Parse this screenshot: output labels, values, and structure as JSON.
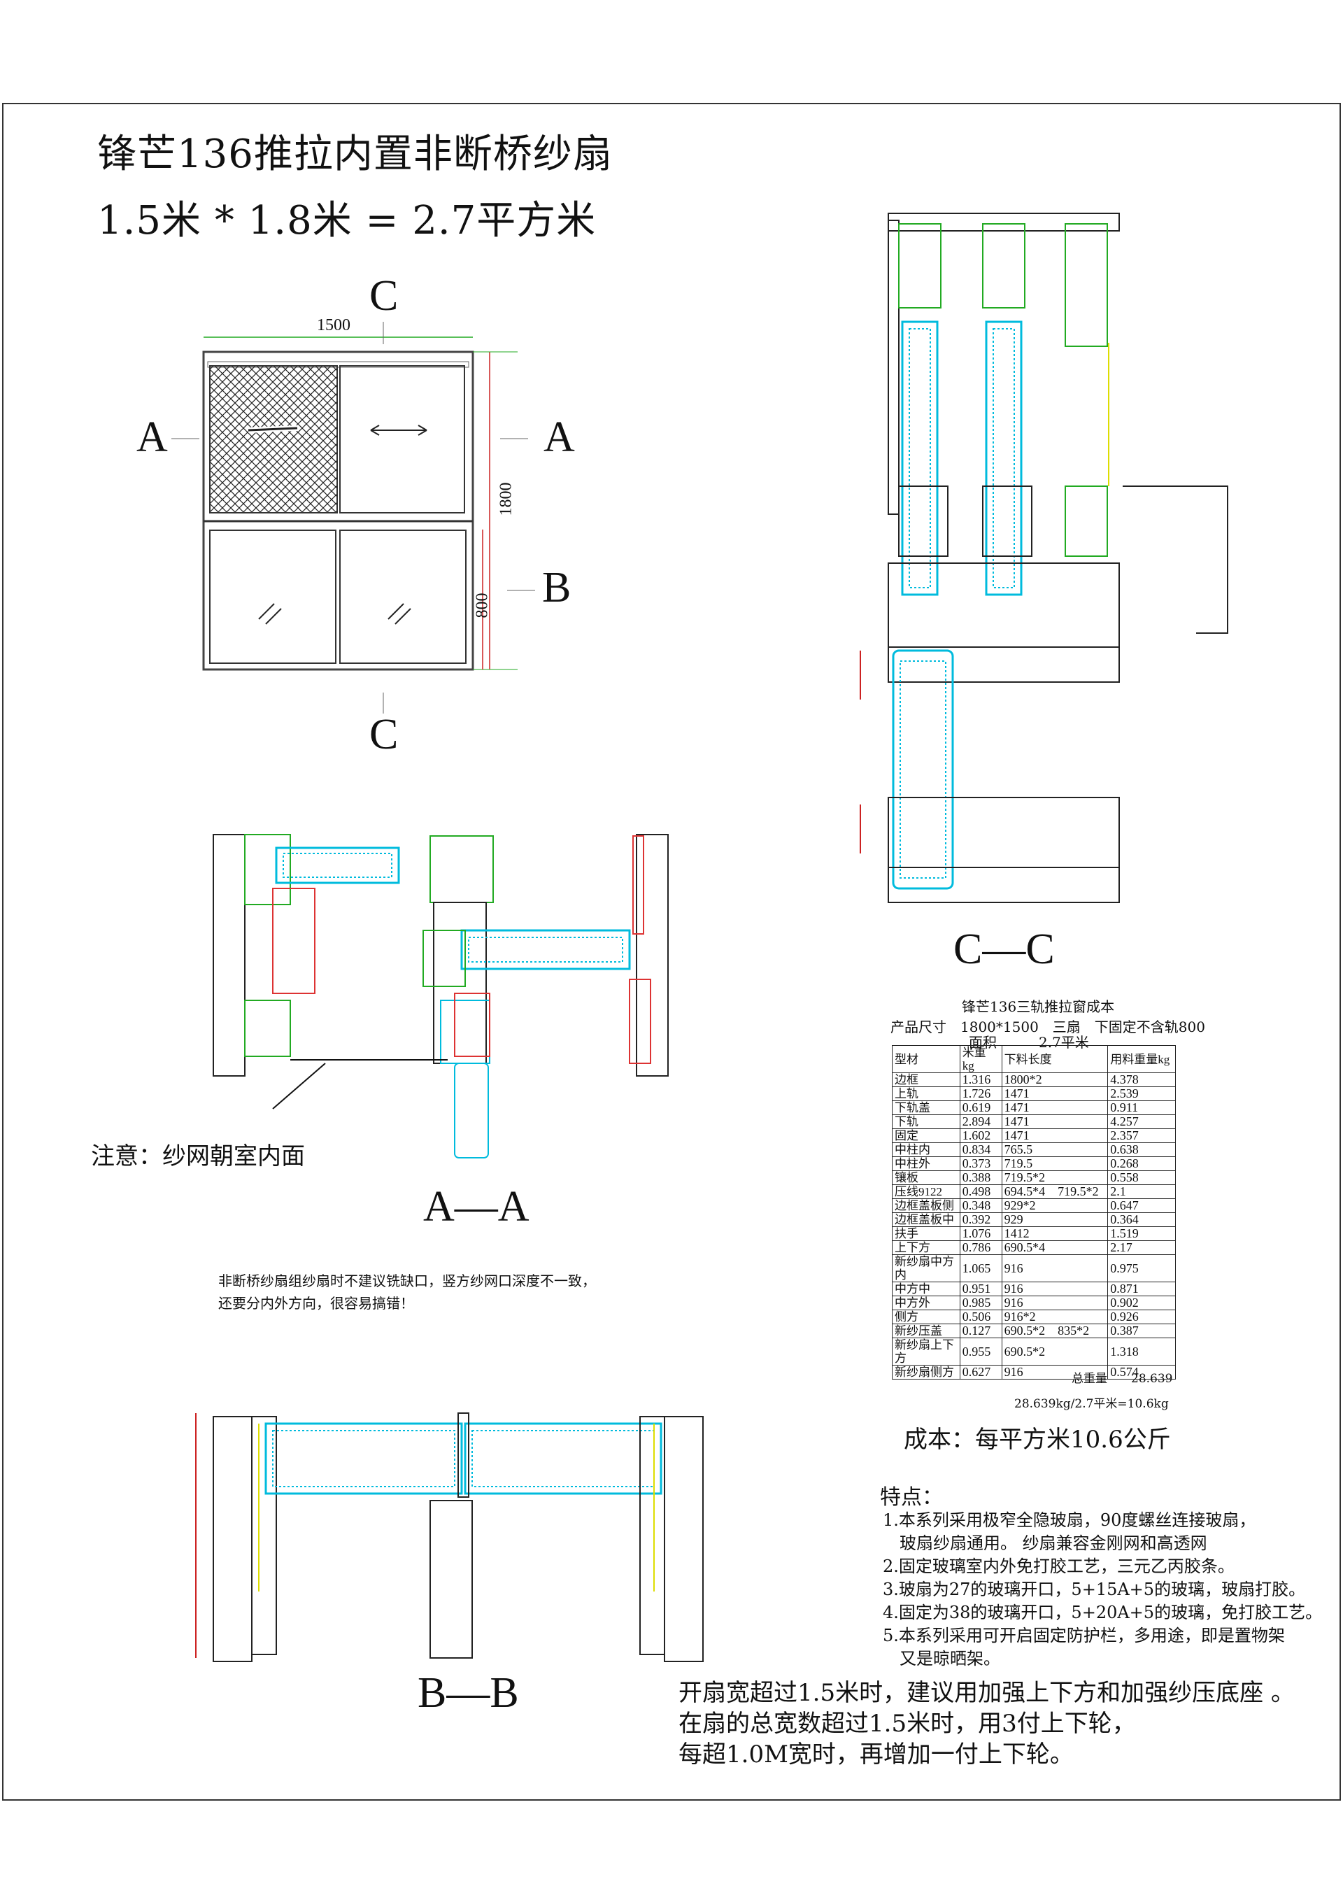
{
  "title": "锋芒136推拉内置非断桥纱扇",
  "subtitle": "1.5米 * 1.8米 = 2.7平方米",
  "elevation": {
    "width_dim": "1500",
    "height_dim": "1800",
    "lower_dim": "800",
    "label_c_top": "C",
    "label_c_bottom": "C",
    "label_a_left": "A",
    "label_a_right": "A",
    "label_b": "B"
  },
  "sections": {
    "aa": "A—A",
    "bb": "B—B",
    "cc": "C—C"
  },
  "screen_note": "注意：纱网朝室内面",
  "warning": [
    "非断桥纱扇组纱扇时不建议铣缺口，竖方纱网口深度不一致，",
    "还要分内外方向，很容易搞错！"
  ],
  "cost_table": {
    "title": "锋芒136三轨推拉窗成本",
    "size_line": "产品尺寸　1800*1500　三扇　下固定不含轨800",
    "area_line": "面积　　　2.7平米",
    "headers": [
      "型材",
      "米重 kg",
      "下料长度",
      "用料重量kg"
    ],
    "rows": [
      [
        "边框",
        "1.316",
        "1800*2",
        "4.378"
      ],
      [
        "上轨",
        "1.726",
        "1471",
        "2.539"
      ],
      [
        "下轨盖",
        "0.619",
        "1471",
        "0.911"
      ],
      [
        "下轨",
        "2.894",
        "1471",
        "4.257"
      ],
      [
        "固定",
        "1.602",
        "1471",
        "2.357"
      ],
      [
        "中柱内",
        "0.834",
        "765.5",
        "0.638"
      ],
      [
        "中柱外",
        "0.373",
        "719.5",
        "0.268"
      ],
      [
        "镶板",
        "0.388",
        "719.5*2",
        "0.558"
      ],
      [
        "压线9122",
        "0.498",
        "694.5*4　719.5*2",
        "2.1"
      ],
      [
        "边框盖板侧",
        "0.348",
        "929*2",
        "0.647"
      ],
      [
        "边框盖板中",
        "0.392",
        "929",
        "0.364"
      ],
      [
        "扶手",
        "1.076",
        "1412",
        "1.519"
      ],
      [
        "上下方",
        "0.786",
        "690.5*4",
        "2.17"
      ],
      [
        "新纱扇中方内",
        "1.065",
        "916",
        "0.975"
      ],
      [
        "中方中",
        "0.951",
        "916",
        "0.871"
      ],
      [
        "中方外",
        "0.985",
        "916",
        "0.902"
      ],
      [
        "侧方",
        "0.506",
        "916*2",
        "0.926"
      ],
      [
        "新纱压盖",
        "0.127",
        "690.5*2　835*2",
        "0.387"
      ],
      [
        "新纱扇上下方",
        "0.955",
        "690.5*2",
        "1.318"
      ],
      [
        "新纱扇侧方",
        "0.627",
        "916",
        "0.574"
      ]
    ],
    "total_label": "总重量",
    "total_value": "28.639",
    "formula": "28.639kg/2.7平米=10.6kg"
  },
  "cost_summary": "成本：每平方米10.6公斤",
  "features": {
    "title": "特点：",
    "items": [
      "1.本系列采用极窄全隐玻扇，90度螺丝连接玻扇，",
      "　玻扇纱扇通用。 纱扇兼容金刚网和高透网",
      "2.固定玻璃室内外免打胶工艺，三元乙丙胶条。",
      "3.玻扇为27的玻璃开口，5+15A+5的玻璃，玻扇打胶。",
      "4.固定为38的玻璃开口，5+20A+5的玻璃，免打胶工艺。",
      "5.本系列采用可开启固定防护栏，多用途，即是置物架",
      "　又是晾晒架。"
    ]
  },
  "advice": [
    "开扇宽超过1.5米时，建议用加强上下方和加强纱压底座 。",
    "在扇的总宽数超过1.5米时，用3付上下轮，",
    "每超1.0M宽时，再增加一付上下轮。"
  ],
  "colors": {
    "cyan": "#00c8e0",
    "green": "#22b14c",
    "red": "#e03030",
    "line": "#222"
  }
}
